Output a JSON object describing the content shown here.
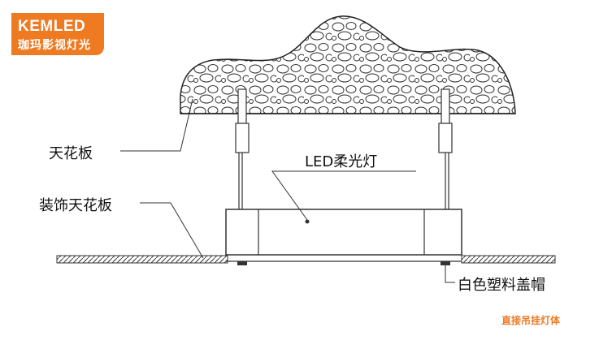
{
  "logo": {
    "brand": "KEMLED",
    "subtitle": "珈玛影视灯光"
  },
  "labels": {
    "ceiling": "天花板",
    "decorative_ceiling": "装饰天花板",
    "led_light": "LED柔光灯",
    "end_cap": "白色塑料盖帽"
  },
  "caption": "直接吊挂灯体",
  "colors": {
    "brand_orange": "#ee7a22",
    "line": "#333333"
  }
}
